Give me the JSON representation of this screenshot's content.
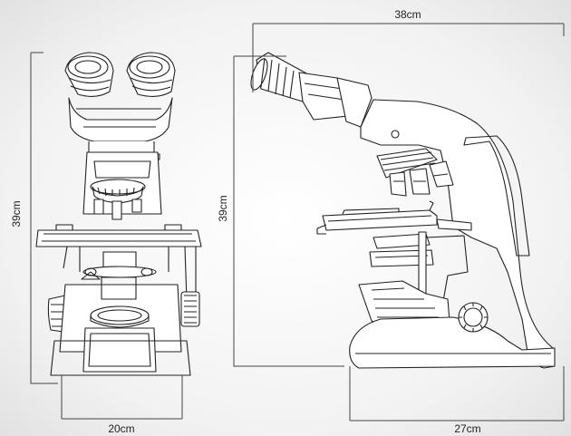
{
  "dimensions": {
    "front_height": "39cm",
    "front_width": "20cm",
    "side_height": "39cm",
    "side_top_width": "38cm",
    "side_base_width": "27cm"
  },
  "colors": {
    "background_gradient": [
      "#ffffff",
      "#f2f2f2",
      "#dedede"
    ],
    "line": "#222222",
    "dimension_line": "#444444"
  },
  "icons": {
    "front_view": "microscope-front-view",
    "side_view": "microscope-side-view"
  }
}
